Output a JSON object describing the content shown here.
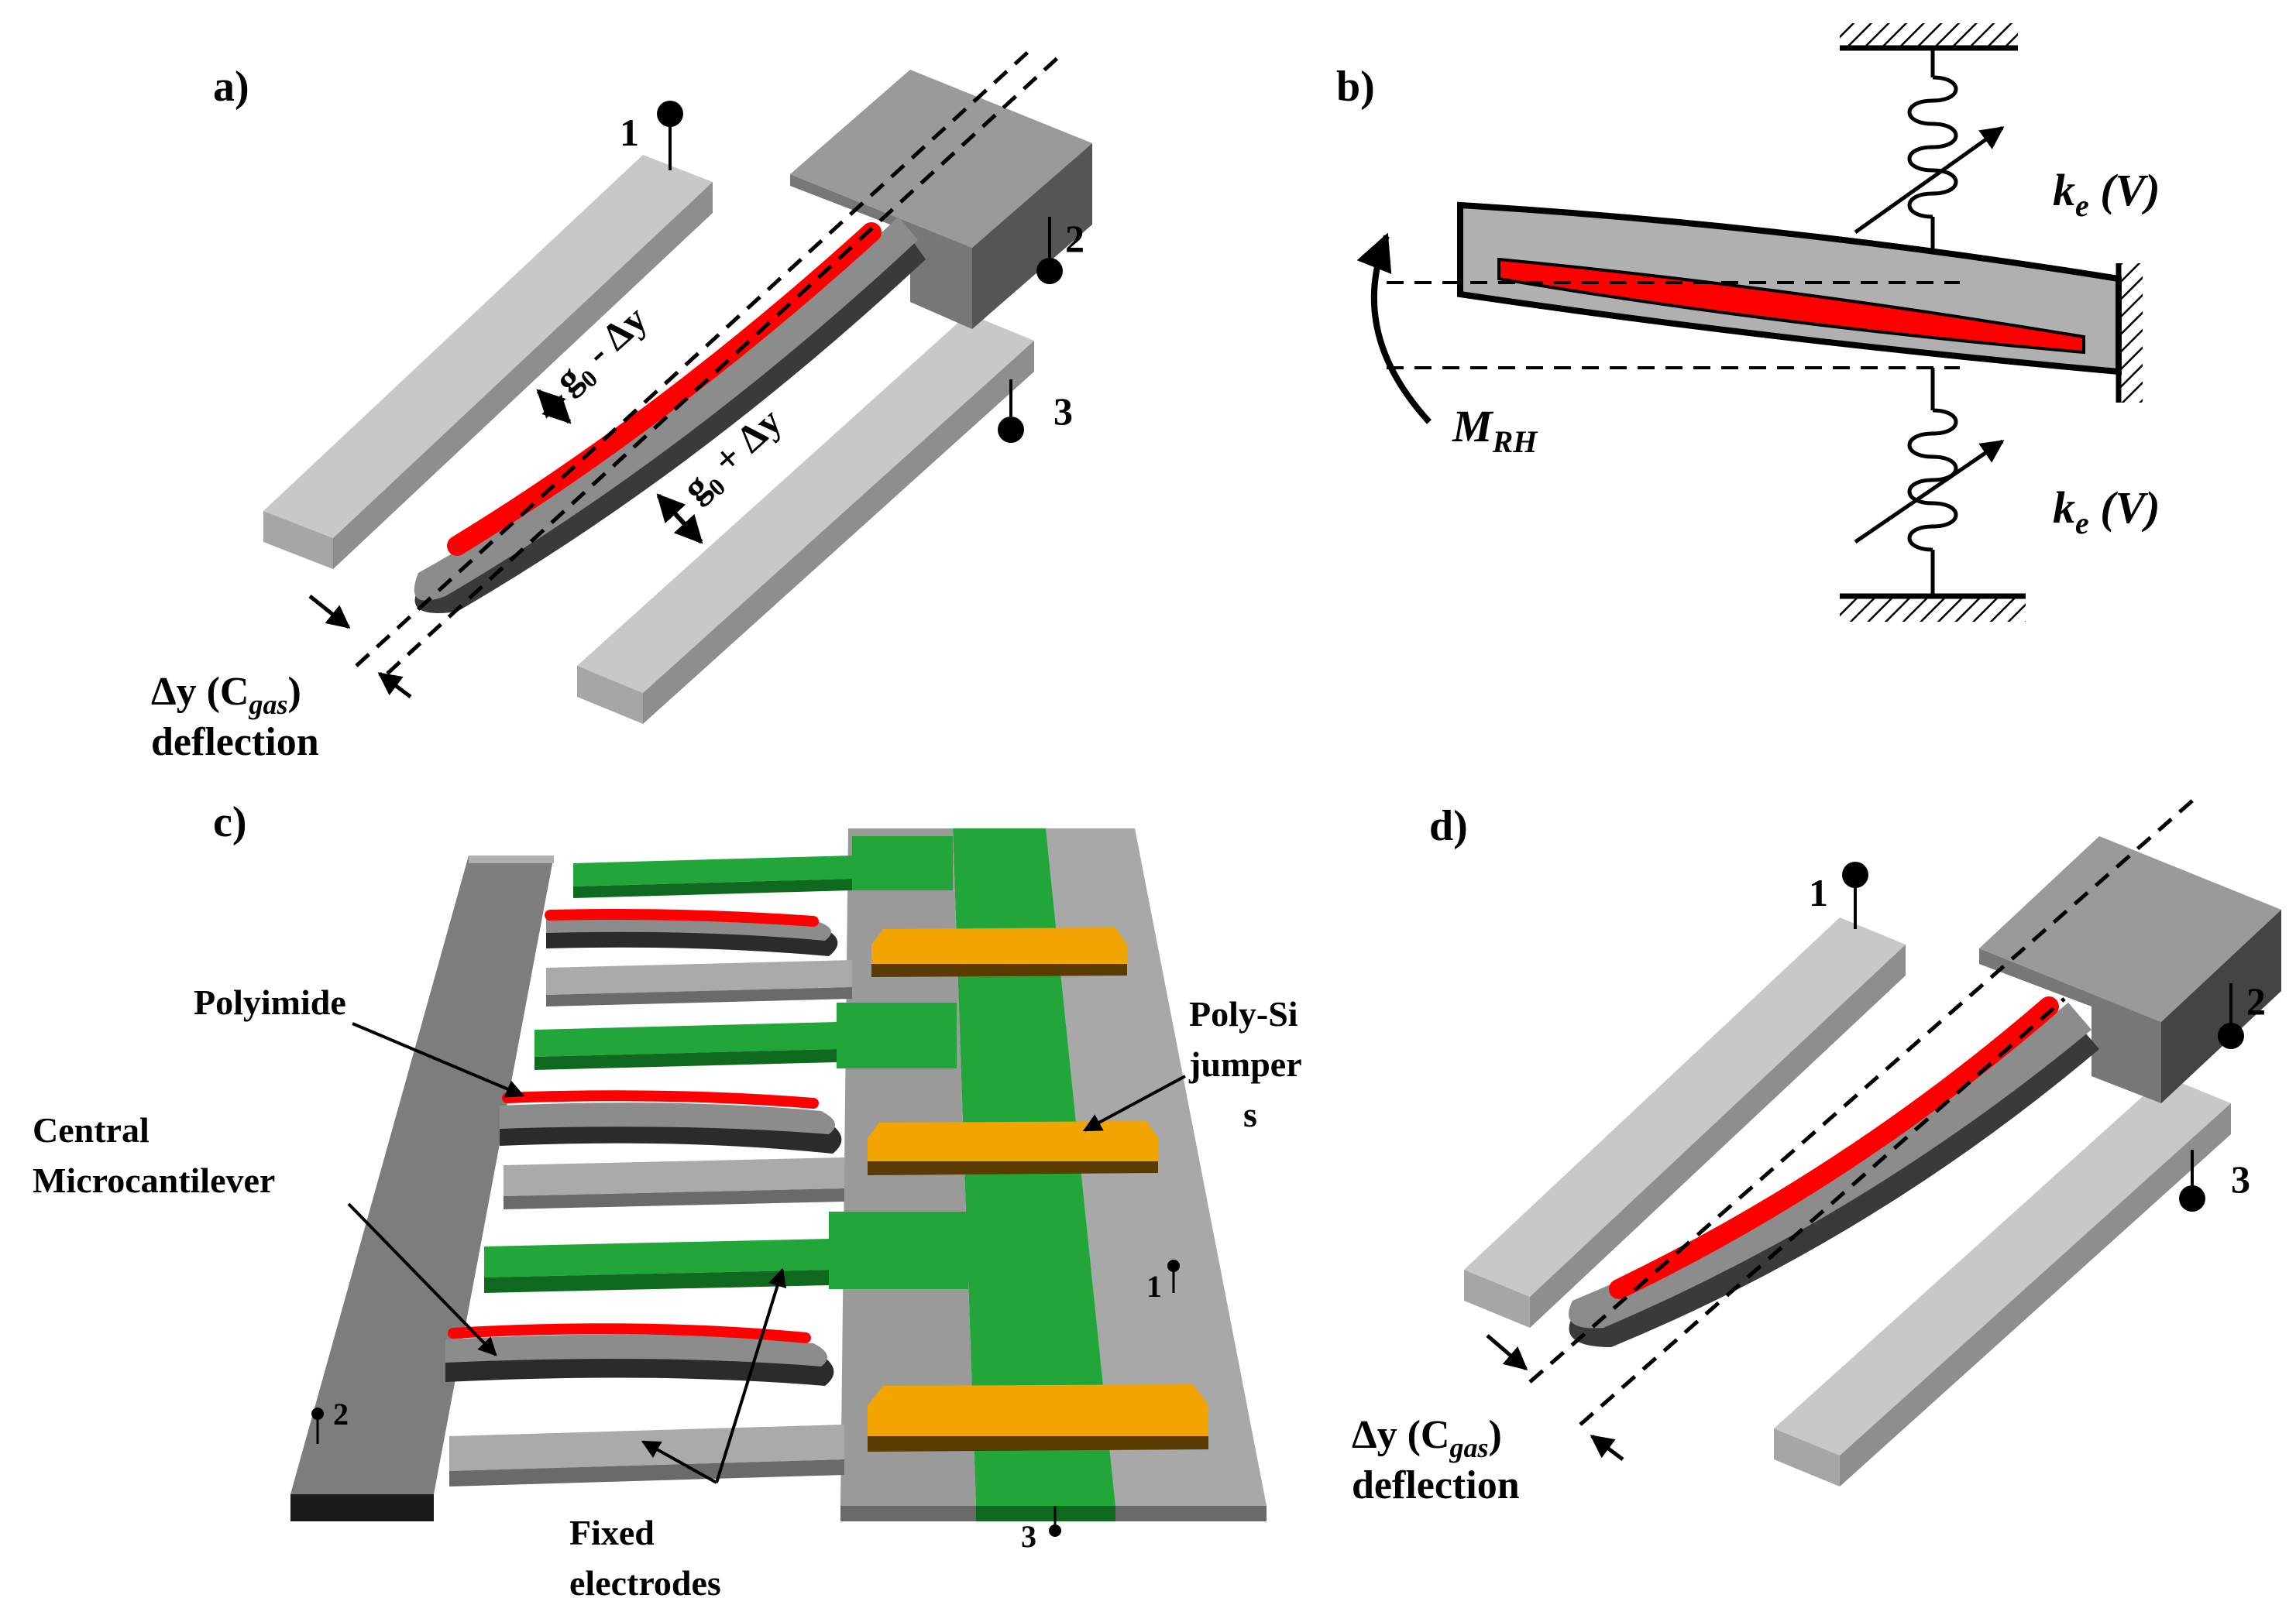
{
  "panels": {
    "a": {
      "label": "a)",
      "electrode_1": "1",
      "electrode_2": "2",
      "electrode_3": "3",
      "gap_minus_base": "g",
      "gap_minus_sub": "0",
      "gap_minus_rest": " - Δy",
      "gap_plus_base": "g",
      "gap_plus_sub": "0",
      "gap_plus_rest": " + Δy",
      "deflection_prefix": "Δy (C",
      "deflection_sub": "gas",
      "deflection_suffix": ")",
      "deflection_word": "deflection"
    },
    "b": {
      "label": "b)",
      "k_top_base": "k",
      "k_top_sub": "e",
      "k_top_arg": " (V)",
      "k_bottom_base": "k",
      "k_bottom_sub": "e",
      "k_bottom_arg": " (V)",
      "moment_base": "M",
      "moment_sub": "RH"
    },
    "c": {
      "label": "c)",
      "polyimide": "Polyimide",
      "central_line1": "Central",
      "central_line2": "Microcantilever",
      "polysi_line1": "Poly-Si",
      "polysi_line2": "jumper",
      "polysi_line3": "s",
      "fixed_line1": "Fixed",
      "fixed_line2": "electrodes",
      "terminal_1": "1",
      "terminal_2": "2",
      "terminal_3": "3"
    },
    "d": {
      "label": "d)",
      "electrode_1": "1",
      "electrode_2": "2",
      "electrode_3": "3",
      "deflection_prefix": "Δy (C",
      "deflection_sub": "gas",
      "deflection_suffix": ")",
      "deflection_word": "deflection"
    }
  },
  "colors": {
    "polymer_red": "#ff0000",
    "beam_gray": "#8c8c8c",
    "electrode_gray": "#a6a6a6",
    "green": "#22a63a",
    "jumper_orange": "#f2a400"
  }
}
